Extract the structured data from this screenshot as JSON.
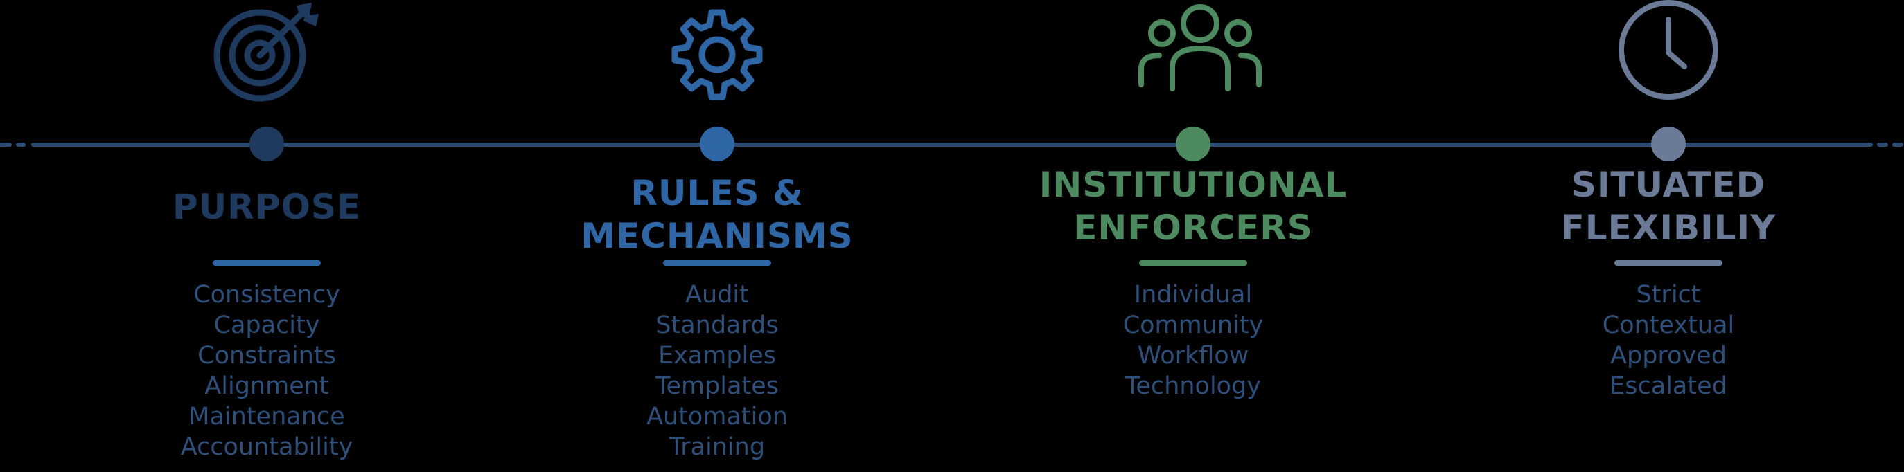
{
  "colors": {
    "line": "#2b4a72",
    "purpose": "#1e3a5f",
    "rules": "#2e66a6",
    "enforcers": "#4e8a5f",
    "flexibility": "#6b7a96",
    "item_text": "#2e4f7a"
  },
  "columns": [
    {
      "key": "purpose",
      "icon": "target-icon",
      "title_lines": [
        "PURPOSE"
      ],
      "items": [
        "Consistency",
        "Capacity",
        "Constraints",
        "Alignment",
        "Maintenance",
        "Accountability"
      ]
    },
    {
      "key": "rules",
      "icon": "gear-icon",
      "title_lines": [
        "RULES &",
        "MECHANISMS"
      ],
      "items": [
        "Audit",
        "Standards",
        "Examples",
        "Templates",
        "Automation",
        "Training"
      ]
    },
    {
      "key": "enforcers",
      "icon": "people-group-icon",
      "title_lines": [
        "INSTITUTIONAL",
        "ENFORCERS"
      ],
      "items": [
        "Individual",
        "Community",
        "Workflow",
        "Technology"
      ]
    },
    {
      "key": "flexibility",
      "icon": "clock-icon",
      "title_lines": [
        "SITUATED",
        "FLEXIBILIY"
      ],
      "items": [
        "Strict",
        "Contextual",
        "Approved",
        "Escalated"
      ]
    }
  ]
}
